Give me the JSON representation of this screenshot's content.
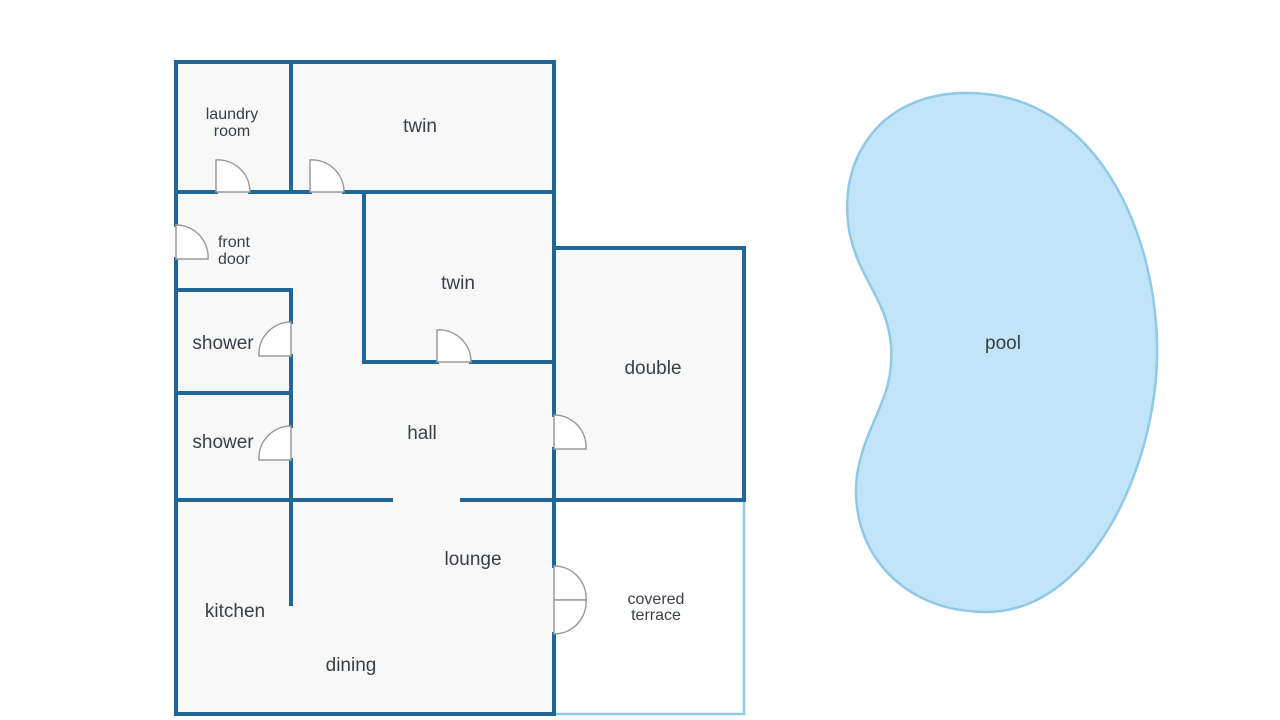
{
  "colors": {
    "wall": "#1f6796",
    "terrace_outline": "#8fc9e6",
    "floor": "#f8f8f8",
    "pool_fill": "#c2e4f8",
    "pool_outline": "#8fc9e6",
    "door": "#9a9a9a",
    "label": "#3a3f47"
  },
  "rooms": {
    "laundry_room": {
      "line1": "laundry",
      "line2": "room"
    },
    "twin_top": "twin",
    "front_door": {
      "line1": "front",
      "line2": "door"
    },
    "twin_middle": "twin",
    "double": "double",
    "shower_upper": "shower",
    "shower_lower": "shower",
    "hall": "hall",
    "lounge": "lounge",
    "kitchen": "kitchen",
    "dining": "dining",
    "covered_terrace": {
      "line1": "covered",
      "line2": "terrace"
    },
    "pool": "pool"
  }
}
